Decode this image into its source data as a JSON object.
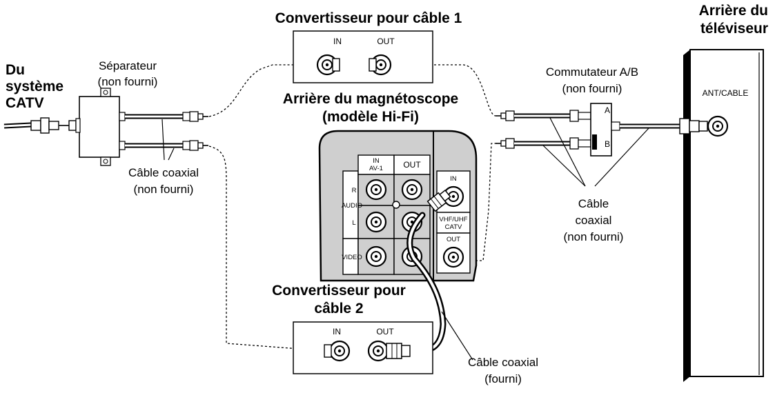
{
  "labels": {
    "source_title_line1": "Du",
    "source_title_line2": "système",
    "source_title_line3": "CATV",
    "splitter_line1": "Séparateur",
    "splitter_line2": "(non fourni)",
    "coax_left_line1": "Câble coaxial",
    "coax_left_line2": "(non fourni)",
    "converter1_title": "Convertisseur pour câble 1",
    "converter1_in": "IN",
    "converter1_out": "OUT",
    "vcr_title_line1": "Arrière du magnétoscope",
    "vcr_title_line2": "(modèle Hi-Fi)",
    "converter2_title_line1": "Convertisseur pour",
    "converter2_title_line2": "câble 2",
    "converter2_in": "IN",
    "converter2_out": "OUT",
    "coax_supplied_line1": "Câble coaxial",
    "coax_supplied_line2": "(fourni)",
    "ab_switch_line1": "Commutateur A/B",
    "ab_switch_line2": "(non fourni)",
    "switch_a": "A",
    "switch_b": "B",
    "coax_right_line1": "Câble",
    "coax_right_line2": "coaxial",
    "coax_right_line3": "(non fourni)",
    "tv_title_line1": "Arrière du",
    "tv_title_line2": "téléviseur",
    "tv_port": "ANT/CABLE"
  },
  "vcr_panel": {
    "in_line1": "IN",
    "in_line2": "AV-1",
    "out": "OUT",
    "audio_r": "R",
    "audio": "AUDIO",
    "audio_l": "L",
    "video": "VIDEO",
    "rf_in": "IN",
    "rf_line1": "VHF/UHF",
    "rf_line2": "CATV",
    "rf_out": "OUT"
  }
}
